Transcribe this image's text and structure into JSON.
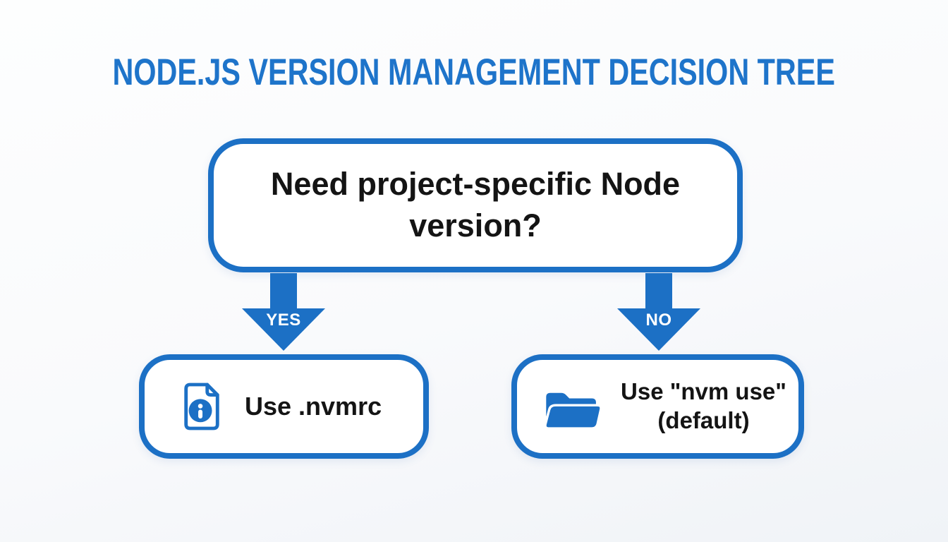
{
  "title": "NODE.JS VERSION MANAGEMENT DECISION TREE",
  "colors": {
    "accent": "#1c70c5",
    "title_text": "#1e74ca",
    "body_text": "#141414",
    "node_fill": "#ffffff",
    "arrow_label_text": "#ffffff",
    "background": "#f9fafc"
  },
  "decision_node": {
    "question": "Need project-specific Node version?"
  },
  "branches": {
    "yes": {
      "arrow_label": "YES",
      "node_text": "Use .nvmrc",
      "icon": "file-info-icon"
    },
    "no": {
      "arrow_label": "NO",
      "node_text_line1": "Use \"nvm use\"",
      "node_text_line2": "(default)",
      "icon": "open-folder-icon"
    }
  }
}
